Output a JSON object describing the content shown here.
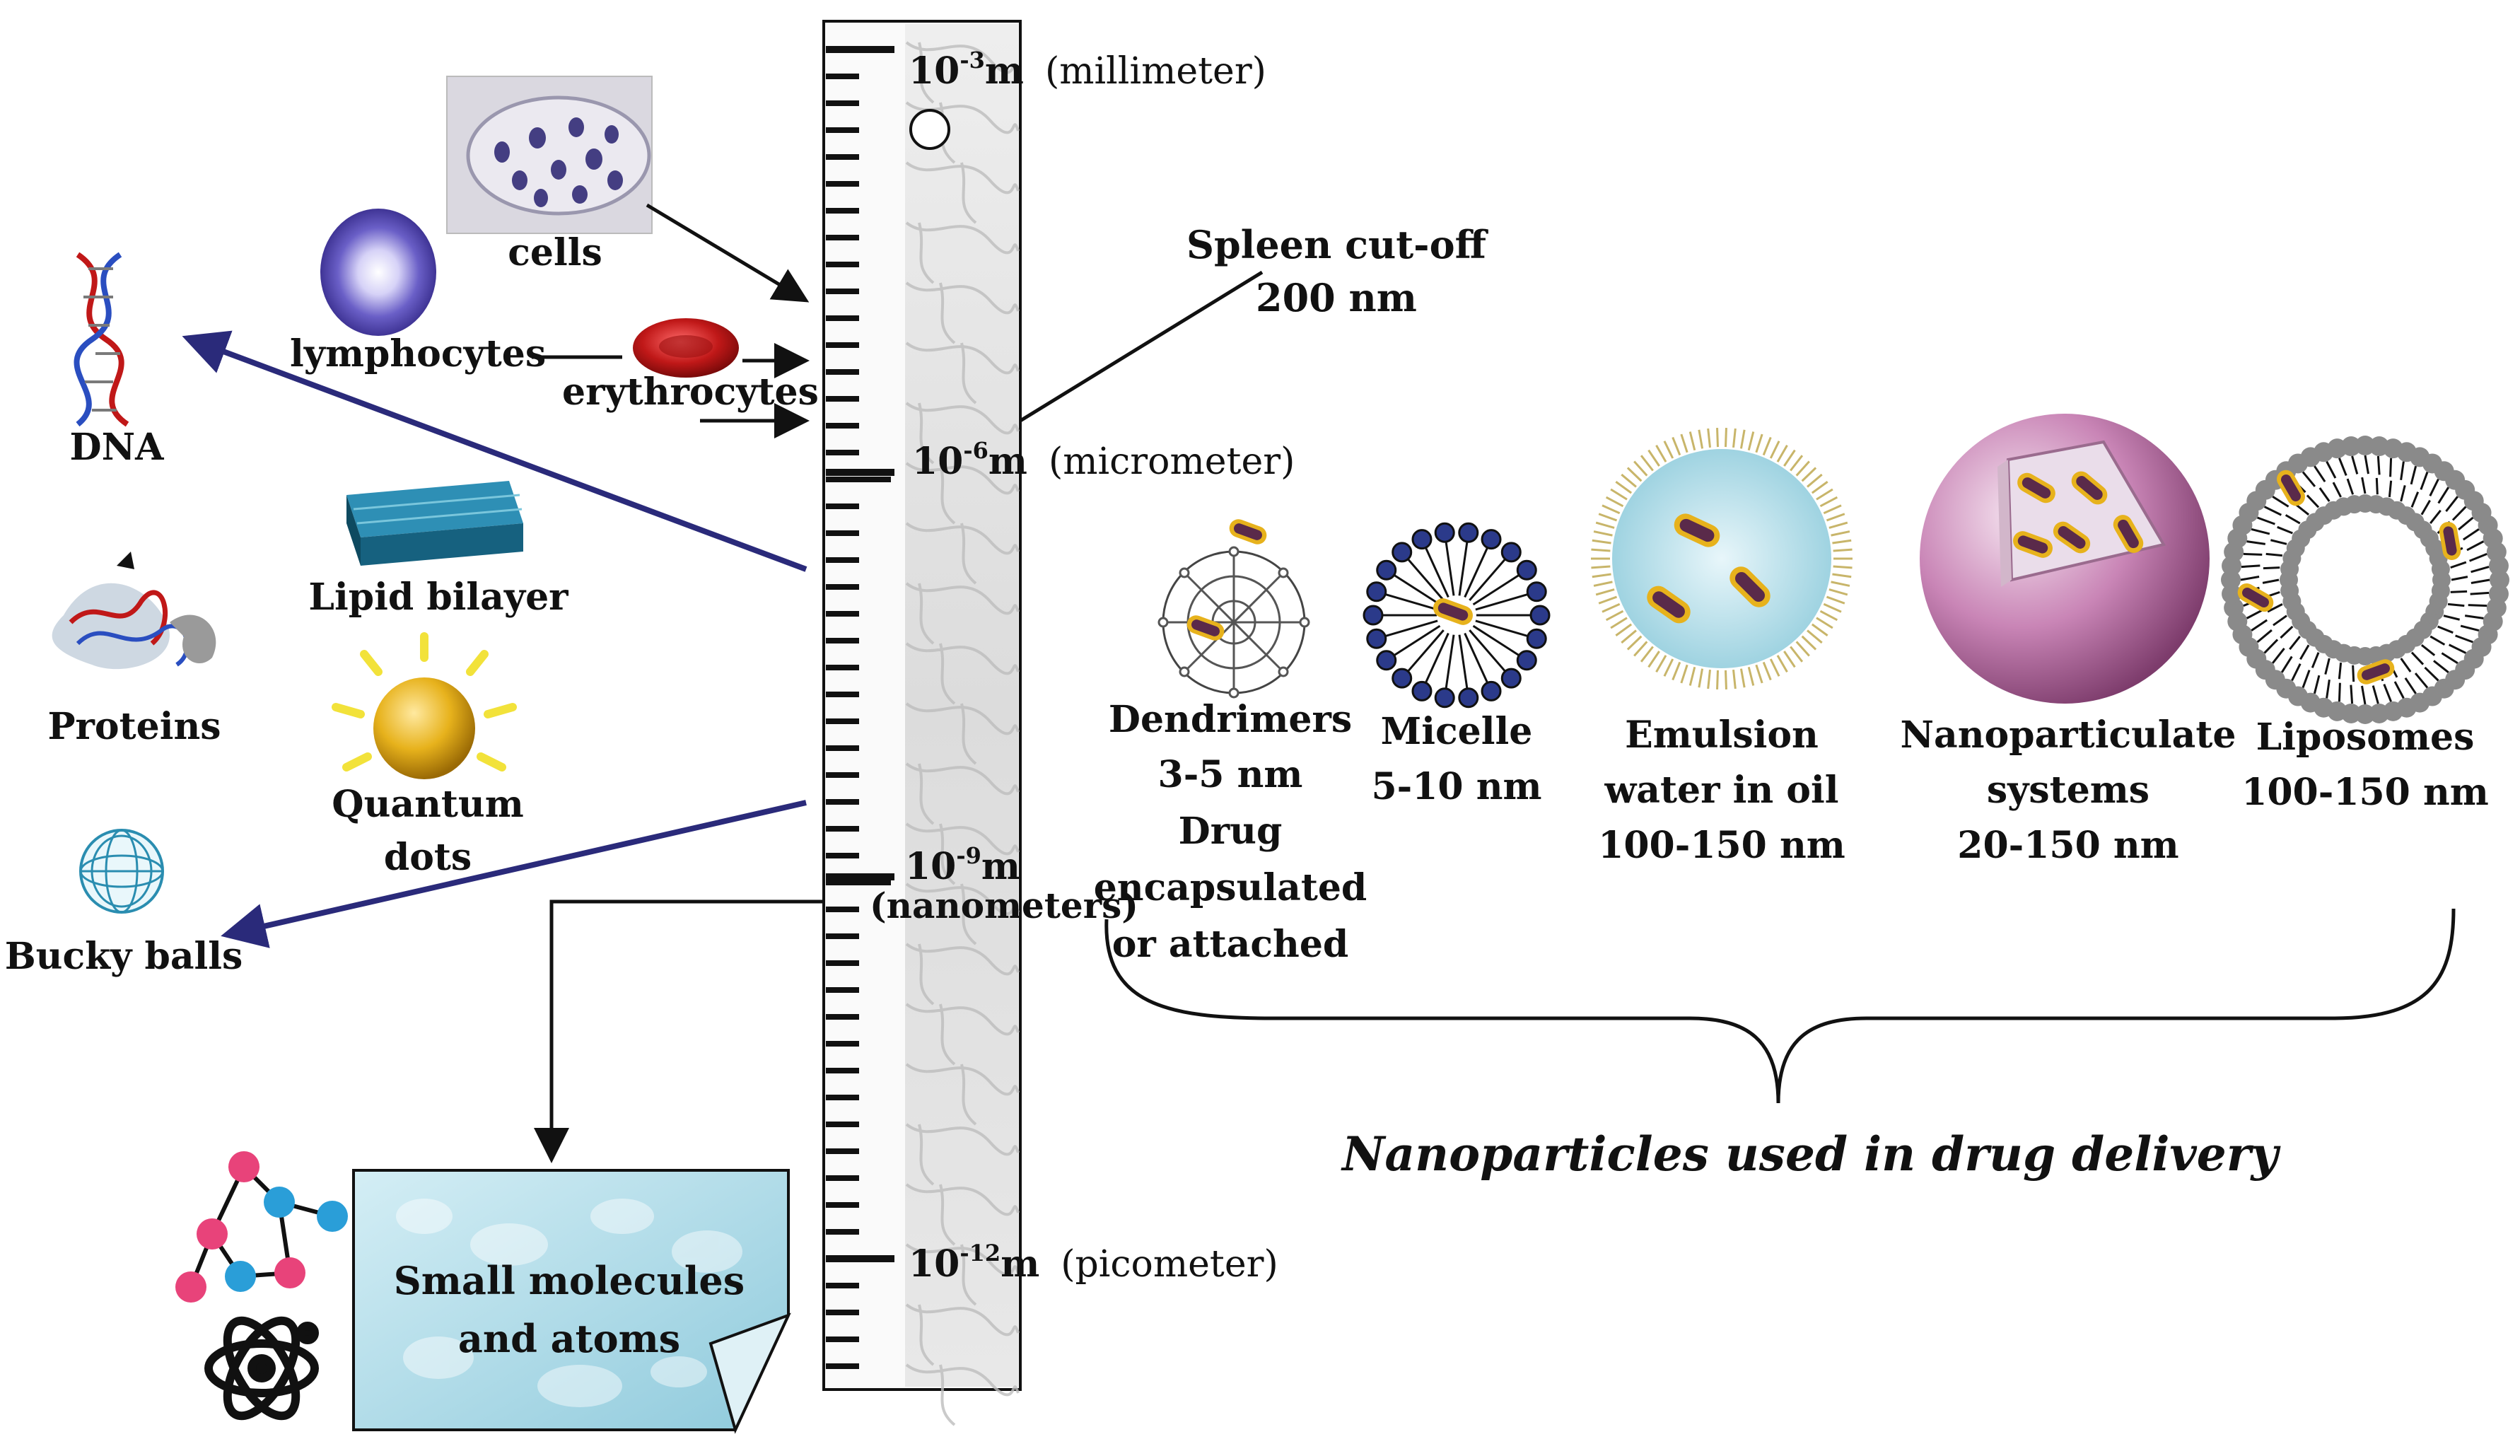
{
  "scale": {
    "millimeter": {
      "exp": "10",
      "sup": "-3",
      "unit": "m",
      "name": "(millimeter)"
    },
    "micrometer": {
      "exp": "10",
      "sup": "-6",
      "unit": "m",
      "name": "(micrometer)"
    },
    "nanometer": {
      "exp": "10",
      "sup": "-9",
      "unit": "m",
      "name": "(nanometers)"
    },
    "picometer": {
      "exp": "10",
      "sup": "-12",
      "unit": "m",
      "name": "(picometer)"
    }
  },
  "spleen": {
    "line1": "Spleen cut-off",
    "line2": "200 nm"
  },
  "biology": {
    "cells": "cells",
    "lymphocytes": "lymphocytes",
    "erythrocytes": "erythrocytes",
    "dna": "DNA",
    "lipid_bilayer": "Lipid bilayer",
    "proteins": "Proteins",
    "quantum_dots": {
      "line1": "Quantum",
      "line2": "dots"
    },
    "bucky_balls": "Bucky balls",
    "small_molecules": {
      "line1": "Small molecules",
      "line2": "and atoms"
    }
  },
  "nanoparticles": {
    "dendrimers": {
      "line1": "Dendrimers",
      "line2": "3-5 nm",
      "line3": "Drug",
      "line4": "encapsulated",
      "line5": "or attached"
    },
    "micelle": {
      "line1": "Micelle",
      "line2": "5-10 nm"
    },
    "emulsion": {
      "line1": "Emulsion",
      "line2": "water in oil",
      "line3": "100-150 nm"
    },
    "nanoparticulate": {
      "line1": "Nanoparticulate",
      "line2": "systems",
      "line3": "20-150 nm"
    },
    "liposomes": {
      "line1": "Liposomes",
      "line2": "100-150 nm"
    },
    "caption": "Nanoparticles used in drug delivery"
  },
  "colors": {
    "arrow_blue": "#2a2a7a",
    "ruler_bg": "#e4e4e4",
    "cell_purple": "#5b4fb3",
    "erythro_red": "#c01818",
    "water_blue": "#bfe3ec",
    "sphere_pink": "#c985b6",
    "gold": "#e7b21c"
  }
}
